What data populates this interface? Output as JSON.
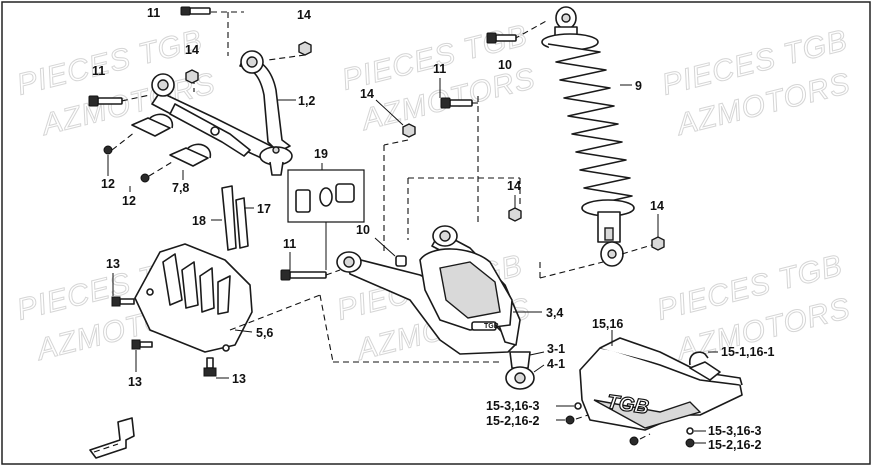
{
  "diagram": {
    "watermark_line1": "PIECES TGB",
    "watermark_line2": "AZMOTORS",
    "brand_logo": "TGB",
    "labels": {
      "l_11_top": "11",
      "l_14_top": "14",
      "l_14_upper": "14",
      "l_11_left": "11",
      "l_1_2": "1,2",
      "l_12a": "12",
      "l_12b": "12",
      "l_7_8": "7,8",
      "l_19": "19",
      "l_18": "18",
      "l_17": "17",
      "l_14_mid": "14",
      "l_11_mid": "11",
      "l_10_top": "10",
      "l_9": "9",
      "l_14_right": "14",
      "l_14_shock": "14",
      "l_10_mid": "10",
      "l_11_low": "11",
      "l_13_a": "13",
      "l_13_b": "13",
      "l_13_c": "13",
      "l_5_6": "5,6",
      "l_3_4": "3,4",
      "l_3_1": "3-1",
      "l_4_1": "4-1",
      "l_15_16": "15,16",
      "l_15_1_16_1": "15-1,16-1",
      "l_15_3_16_3_a": "15-3,16-3",
      "l_15_2_16_2_a": "15-2,16-2",
      "l_15_3_16_3_b": "15-3,16-3",
      "l_15_2_16_2_b": "15-2,16-2"
    }
  }
}
